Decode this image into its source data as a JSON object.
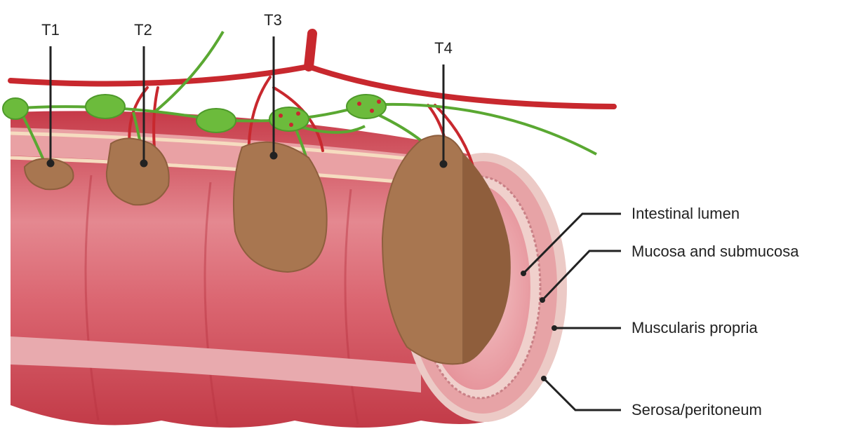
{
  "stages": [
    {
      "label": "T1"
    },
    {
      "label": "T2"
    },
    {
      "label": "T3"
    },
    {
      "label": "T4"
    }
  ],
  "layers": [
    {
      "label": "Intestinal lumen"
    },
    {
      "label": "Mucosa and submucosa"
    },
    {
      "label": "Muscularis propria"
    },
    {
      "label": "Serosa/peritoneum"
    }
  ],
  "colors": {
    "colon": "#d9555f",
    "colon_light": "#eda0a6",
    "tumor": "#a87650",
    "vessel": "#c8282e",
    "lymph": "#5aa832",
    "leader": "#222222"
  }
}
